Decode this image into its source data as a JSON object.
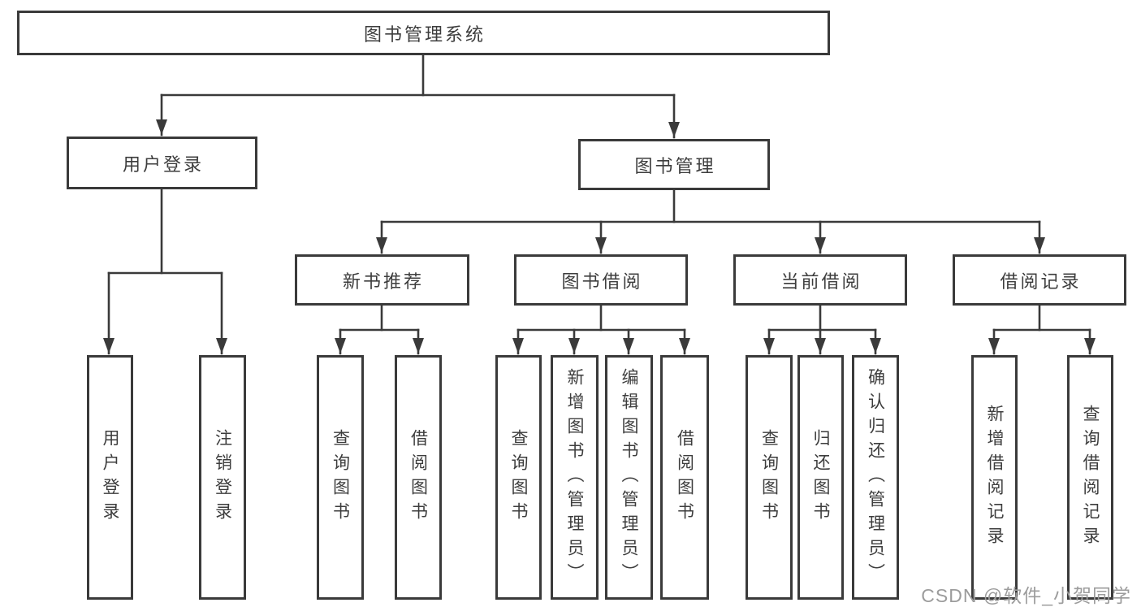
{
  "watermark": "CSDN @软件_小贺同学",
  "tree": {
    "label": "图书管理系统",
    "children": [
      {
        "label": "用户登录",
        "children": [
          {
            "label": "用户登录"
          },
          {
            "label": "注销登录"
          }
        ]
      },
      {
        "label": "图书管理",
        "children": [
          {
            "label": "新书推荐",
            "children": [
              {
                "label": "查询图书"
              },
              {
                "label": "借阅图书"
              }
            ]
          },
          {
            "label": "图书借阅",
            "children": [
              {
                "label": "查询图书"
              },
              {
                "label": "新增图书（管理员）"
              },
              {
                "label": "编辑图书（管理员）"
              },
              {
                "label": "借阅图书"
              }
            ]
          },
          {
            "label": "当前借阅",
            "children": [
              {
                "label": "查询图书"
              },
              {
                "label": "归还图书"
              },
              {
                "label": "确认归还（管理员）"
              }
            ]
          },
          {
            "label": "借阅记录",
            "children": [
              {
                "label": "新增借阅记录"
              },
              {
                "label": "查询借阅记录"
              }
            ]
          }
        ]
      }
    ]
  },
  "colors": {
    "line": "#3a3a3a",
    "text": "#3d3d3d",
    "watermark": "#9c9c9c"
  }
}
